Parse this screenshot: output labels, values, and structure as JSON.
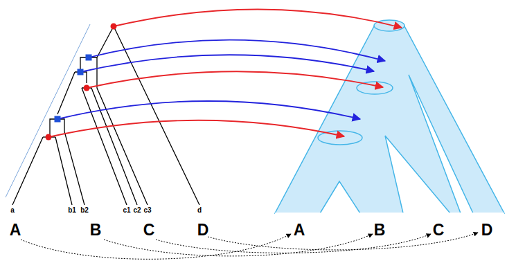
{
  "diagram": {
    "labels": [
      "a",
      "b1",
      "b2",
      "c1",
      "c2",
      "c3",
      "d",
      "A",
      "B",
      "C",
      "D",
      "A",
      "B",
      "C",
      "D"
    ]
  }
}
